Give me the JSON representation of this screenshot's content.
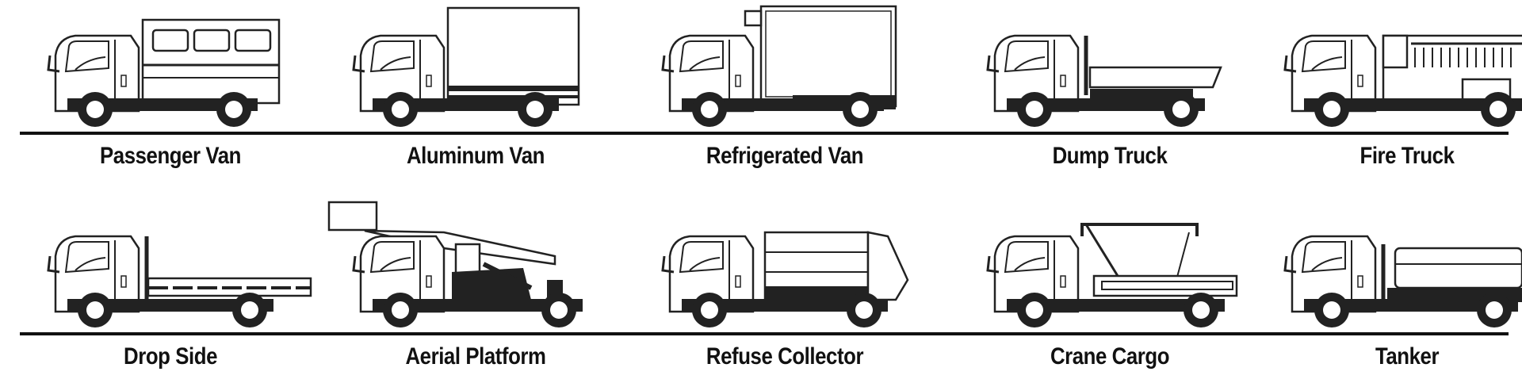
{
  "vehicles": [
    {
      "label": "Passenger Van",
      "type": "passenger"
    },
    {
      "label": "Aluminum Van",
      "type": "aluminum"
    },
    {
      "label": "Refrigerated Van",
      "type": "reefer"
    },
    {
      "label": "Dump Truck",
      "type": "dump"
    },
    {
      "label": "Fire Truck",
      "type": "fire"
    },
    {
      "label": "Drop Side",
      "type": "dropside"
    },
    {
      "label": "Aerial Platform",
      "type": "aerial"
    },
    {
      "label": "Refuse Collector",
      "type": "refuse"
    },
    {
      "label": "Crane Cargo",
      "type": "crane"
    },
    {
      "label": "Tanker",
      "type": "tanker"
    }
  ]
}
